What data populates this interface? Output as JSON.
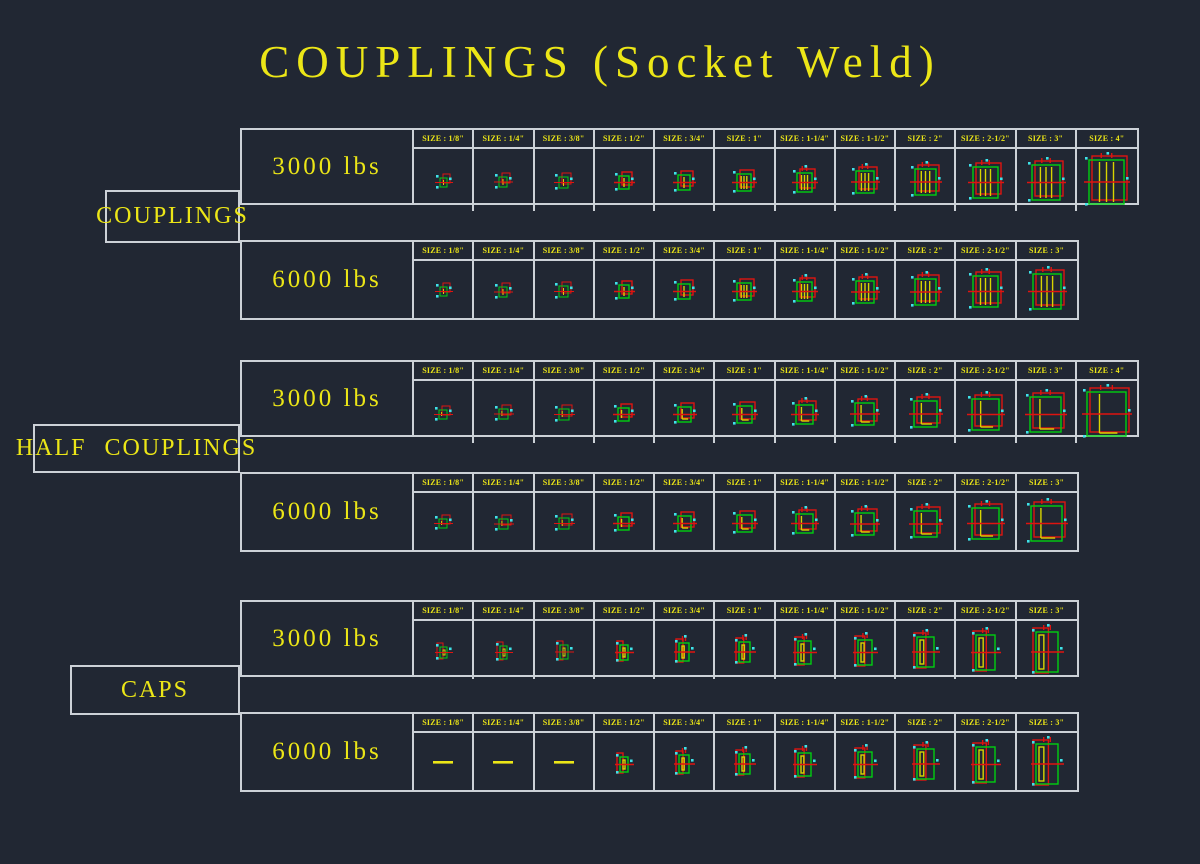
{
  "title": "COUPLINGS (Socket Weld)",
  "size_label_prefix": "SIZE : ",
  "no_item_marker": "—",
  "palette": {
    "background": "#212733",
    "line": "#ccd1d7",
    "text_yellow": "#ece617",
    "green": "#00cf10",
    "red": "#df1410",
    "drawing_yellow": "#d8d400",
    "cyan": "#3fe3e9"
  },
  "groups": [
    {
      "name": "COUPLINGS",
      "drawing_kind": "coupling",
      "rows": [
        {
          "load": "3000 lbs",
          "sizes": [
            "1/8\"",
            "1/4\"",
            "3/8\"",
            "1/2\"",
            "3/4\"",
            "1\"",
            "1-1/4\"",
            "1-1/2\"",
            "2\"",
            "2-1/2\"",
            "3\"",
            "4\""
          ],
          "no_item_sizes": []
        },
        {
          "load": "6000 lbs",
          "sizes": [
            "1/8\"",
            "1/4\"",
            "3/8\"",
            "1/2\"",
            "3/4\"",
            "1\"",
            "1-1/4\"",
            "1-1/2\"",
            "2\"",
            "2-1/2\"",
            "3\""
          ],
          "no_item_sizes": []
        }
      ]
    },
    {
      "name": "HALF COUPLINGS",
      "drawing_kind": "half",
      "rows": [
        {
          "load": "3000 lbs",
          "sizes": [
            "1/8\"",
            "1/4\"",
            "3/8\"",
            "1/2\"",
            "3/4\"",
            "1\"",
            "1-1/4\"",
            "1-1/2\"",
            "2\"",
            "2-1/2\"",
            "3\"",
            "4\""
          ],
          "no_item_sizes": []
        },
        {
          "load": "6000 lbs",
          "sizes": [
            "1/8\"",
            "1/4\"",
            "3/8\"",
            "1/2\"",
            "3/4\"",
            "1\"",
            "1-1/4\"",
            "1-1/2\"",
            "2\"",
            "2-1/2\"",
            "3\""
          ],
          "no_item_sizes": []
        }
      ]
    },
    {
      "name": "CAPS",
      "drawing_kind": "cap",
      "rows": [
        {
          "load": "3000 lbs",
          "sizes": [
            "1/8\"",
            "1/4\"",
            "3/8\"",
            "1/2\"",
            "3/4\"",
            "1\"",
            "1-1/4\"",
            "1-1/2\"",
            "2\"",
            "2-1/2\"",
            "3\""
          ],
          "no_item_sizes": []
        },
        {
          "load": "6000 lbs",
          "sizes": [
            "1/8\"",
            "1/4\"",
            "3/8\"",
            "1/2\"",
            "3/4\"",
            "1\"",
            "1-1/4\"",
            "1-1/2\"",
            "2\"",
            "2-1/2\"",
            "3\""
          ],
          "no_item_sizes": [
            "1/8\"",
            "1/4\"",
            "3/8\""
          ]
        }
      ]
    }
  ]
}
